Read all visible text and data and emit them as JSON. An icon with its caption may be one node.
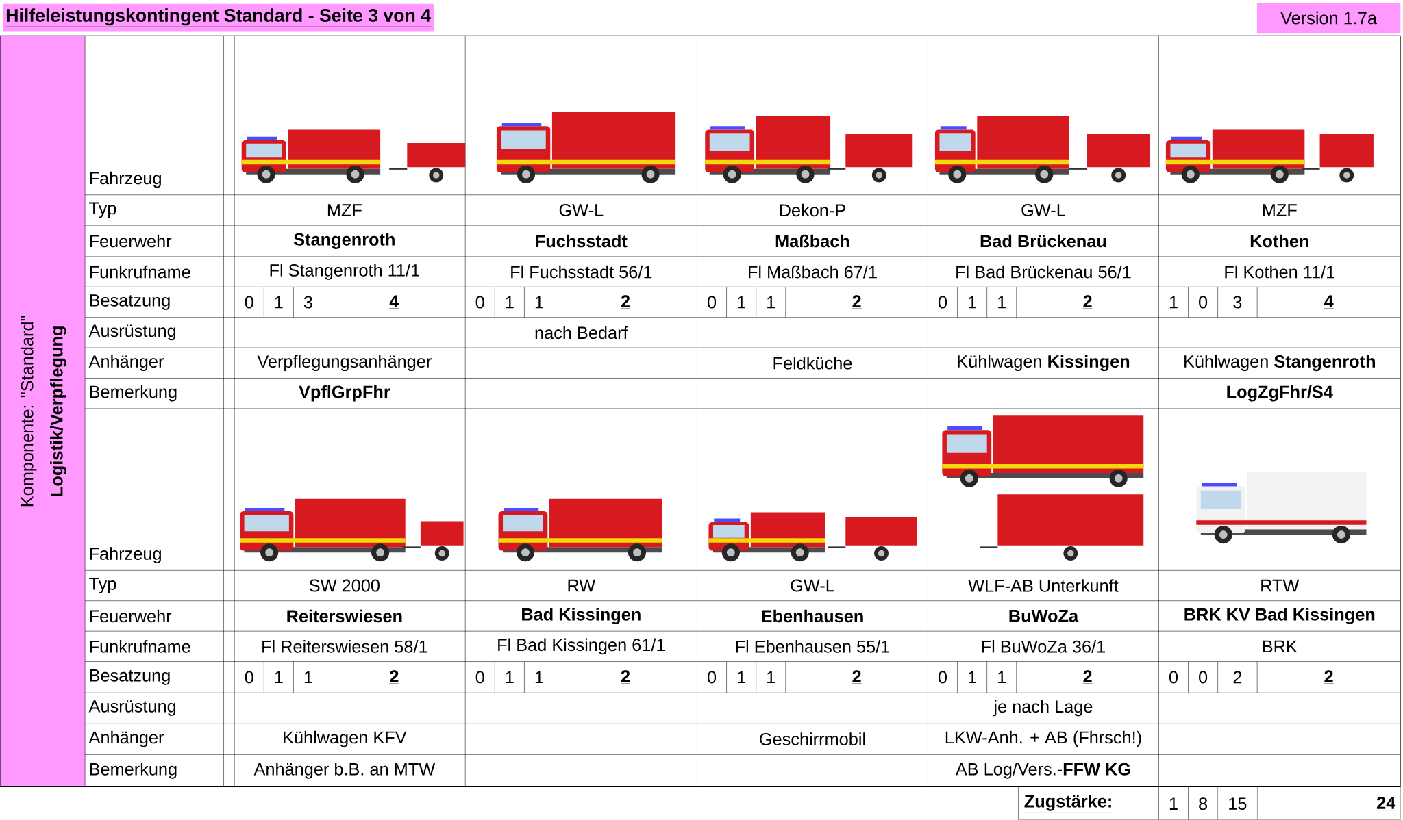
{
  "diagram": {
    "title": "Hilfeleistungskontingent Standard - Seite 3 von 4",
    "labels": [
      "Version 1.7a",
      "Komponente: \"Standard\"",
      "Logistik/Verpflegung",
      "Fahrzeug",
      "Typ",
      "MZF",
      "GW-L",
      "Dekon-P",
      "GW-L",
      "MZF",
      "Feuerwehr",
      "Stangenroth",
      "Fuchsstadt",
      "Maßbach",
      "Bad Brückenau",
      "Kothen",
      "Funkrufname",
      "Fl Stangenroth 11/1",
      "Fl Fuchsstadt 56/1",
      "Fl Maßbach 67/1",
      "Fl Bad Brückenau 56/1",
      "Fl Kothen 11/1",
      "Besatzung",
      "0",
      "1",
      "3",
      "4",
      "0",
      "1",
      "1",
      "2",
      "0",
      "1",
      "1",
      "2",
      "0",
      "1",
      "1",
      "2",
      "1",
      "0",
      "3",
      "4",
      "Ausrüstung",
      "nach Bedarf",
      "Anhänger",
      "Verpflegungsanhänger",
      "Feldküche",
      "Kühlwagen **Kissingen**",
      "Kühlwagen **Stangenroth**",
      "Bemerkung",
      "VpflGrpFhr",
      "LogZgFhr/S4",
      "Fahrzeug",
      "Typ",
      "SW 2000",
      "RW",
      "GW-L",
      "WLF-AB Unterkunft",
      "RTW",
      "Feuerwehr",
      "Reiterswiesen",
      "Bad Kissingen",
      "Ebenhausen",
      "BuWoZa",
      "BRK KV Bad Kissingen",
      "Funkrufname",
      "Fl Reiterswiesen 58/1",
      "Fl Bad Kissingen 61/1",
      "Fl Ebenhausen 55/1",
      "Fl BuWoZa 36/1",
      "BRK",
      "Besatzung",
      "0",
      "1",
      "1",
      "2",
      "0",
      "1",
      "1",
      "2",
      "0",
      "1",
      "1",
      "2",
      "0",
      "1",
      "1",
      "2",
      "0",
      "0",
      "2",
      "2",
      "Ausrüstung",
      "je nach Lage",
      "Anhänger",
      "Kühlwagen KFV",
      "Geschirrmobil",
      "LKW-Anh. + AB (Fhrsch!)",
      "Bemerkung",
      "Anhänger b.B. an MTW",
      "AB Log/Vers.-**FFW KG**",
      "Zugstärke:",
      "1",
      "8",
      "15",
      "24"
    ]
  }
}
